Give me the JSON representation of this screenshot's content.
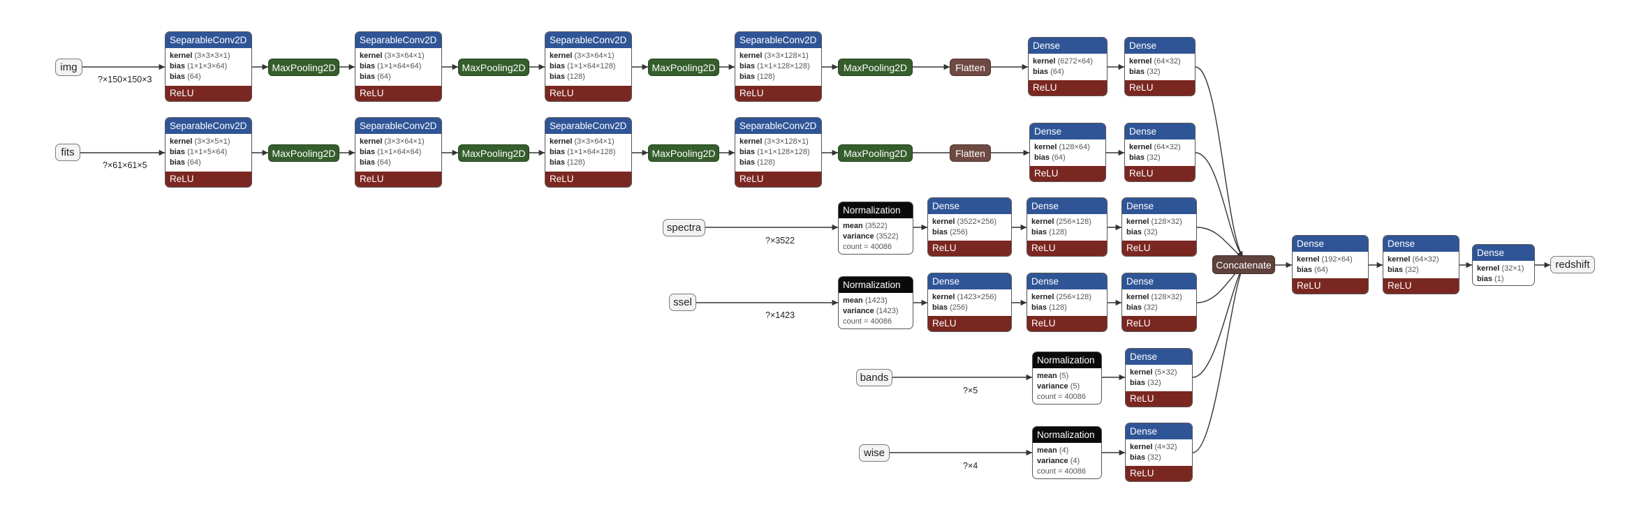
{
  "inputs": {
    "img": {
      "label": "img",
      "shape": "?×150×150×3"
    },
    "fits": {
      "label": "fits",
      "shape": "?×61×61×5"
    },
    "spectra": {
      "label": "spectra",
      "shape": "?×3522"
    },
    "ssel": {
      "label": "ssel",
      "shape": "?×1423"
    },
    "bands": {
      "label": "bands",
      "shape": "?×5"
    },
    "wise": {
      "label": "wise",
      "shape": "?×4"
    }
  },
  "img_branch": {
    "sep1": {
      "title": "SeparableConv2D",
      "kernel": "(3×3×3×1)",
      "bias_depth": "(1×1×3×64)",
      "bias": "(64)",
      "act": "ReLU"
    },
    "pool1": "MaxPooling2D",
    "sep2": {
      "title": "SeparableConv2D",
      "kernel": "(3×3×64×1)",
      "bias_depth": "(1×1×64×64)",
      "bias": "(64)",
      "act": "ReLU"
    },
    "pool2": "MaxPooling2D",
    "sep3": {
      "title": "SeparableConv2D",
      "kernel": "(3×3×64×1)",
      "bias_depth": "(1×1×64×128)",
      "bias": "(128)",
      "act": "ReLU"
    },
    "pool3": "MaxPooling2D",
    "sep4": {
      "title": "SeparableConv2D",
      "kernel": "(3×3×128×1)",
      "bias_depth": "(1×1×128×128)",
      "bias": "(128)",
      "act": "ReLU"
    },
    "pool4": "MaxPooling2D",
    "flatten": "Flatten",
    "dense1": {
      "title": "Dense",
      "kernel": "(6272×64)",
      "bias": "(64)",
      "act": "ReLU"
    },
    "dense2": {
      "title": "Dense",
      "kernel": "(64×32)",
      "bias": "(32)",
      "act": "ReLU"
    }
  },
  "fits_branch": {
    "sep1": {
      "title": "SeparableConv2D",
      "kernel": "(3×3×5×1)",
      "bias_depth": "(1×1×5×64)",
      "bias": "(64)",
      "act": "ReLU"
    },
    "pool1": "MaxPooling2D",
    "sep2": {
      "title": "SeparableConv2D",
      "kernel": "(3×3×64×1)",
      "bias_depth": "(1×1×64×64)",
      "bias": "(64)",
      "act": "ReLU"
    },
    "pool2": "MaxPooling2D",
    "sep3": {
      "title": "SeparableConv2D",
      "kernel": "(3×3×64×1)",
      "bias_depth": "(1×1×64×128)",
      "bias": "(128)",
      "act": "ReLU"
    },
    "pool3": "MaxPooling2D",
    "sep4": {
      "title": "SeparableConv2D",
      "kernel": "(3×3×128×1)",
      "bias_depth": "(1×1×128×128)",
      "bias": "(128)",
      "act": "ReLU"
    },
    "pool4": "MaxPooling2D",
    "flatten": "Flatten",
    "dense1": {
      "title": "Dense",
      "kernel": "(128×64)",
      "bias": "(64)",
      "act": "ReLU"
    },
    "dense2": {
      "title": "Dense",
      "kernel": "(64×32)",
      "bias": "(32)",
      "act": "ReLU"
    }
  },
  "spectra_branch": {
    "norm": {
      "title": "Normalization",
      "mean": "(3522)",
      "variance": "(3522)",
      "count": "count = 40086"
    },
    "dense1": {
      "title": "Dense",
      "kernel": "(3522×256)",
      "bias": "(256)",
      "act": "ReLU"
    },
    "dense2": {
      "title": "Dense",
      "kernel": "(256×128)",
      "bias": "(128)",
      "act": "ReLU"
    },
    "dense3": {
      "title": "Dense",
      "kernel": "(128×32)",
      "bias": "(32)",
      "act": "ReLU"
    }
  },
  "ssel_branch": {
    "norm": {
      "title": "Normalization",
      "mean": "(1423)",
      "variance": "(1423)",
      "count": "count = 40086"
    },
    "dense1": {
      "title": "Dense",
      "kernel": "(1423×256)",
      "bias": "(256)",
      "act": "ReLU"
    },
    "dense2": {
      "title": "Dense",
      "kernel": "(256×128)",
      "bias": "(128)",
      "act": "ReLU"
    },
    "dense3": {
      "title": "Dense",
      "kernel": "(128×32)",
      "bias": "(32)",
      "act": "ReLU"
    }
  },
  "bands_branch": {
    "norm": {
      "title": "Normalization",
      "mean": "(5)",
      "variance": "(5)",
      "count": "count = 40086"
    },
    "dense1": {
      "title": "Dense",
      "kernel": "(5×32)",
      "bias": "(32)",
      "act": "ReLU"
    }
  },
  "wise_branch": {
    "norm": {
      "title": "Normalization",
      "mean": "(4)",
      "variance": "(4)",
      "count": "count = 40086"
    },
    "dense1": {
      "title": "Dense",
      "kernel": "(4×32)",
      "bias": "(32)",
      "act": "ReLU"
    }
  },
  "head": {
    "concat": "Concatenate",
    "dense1": {
      "title": "Dense",
      "kernel": "(192×64)",
      "bias": "(64)",
      "act": "ReLU"
    },
    "dense2": {
      "title": "Dense",
      "kernel": "(64×32)",
      "bias": "(32)",
      "act": "ReLU"
    },
    "dense3": {
      "title": "Dense",
      "kernel": "(32×1)",
      "bias": "(1)"
    },
    "output": "redshift"
  },
  "labels": {
    "kernel": "kernel",
    "bias": "bias",
    "mean": "mean",
    "variance": "variance"
  },
  "colors": {
    "dense_header": "#2f5597",
    "norm_header": "#0a0a0a",
    "relu_footer": "#7b2721",
    "maxpool": "#355e2c",
    "flatten": "#6e4a43",
    "concatenate": "#5e413b",
    "edge": "#333333"
  }
}
